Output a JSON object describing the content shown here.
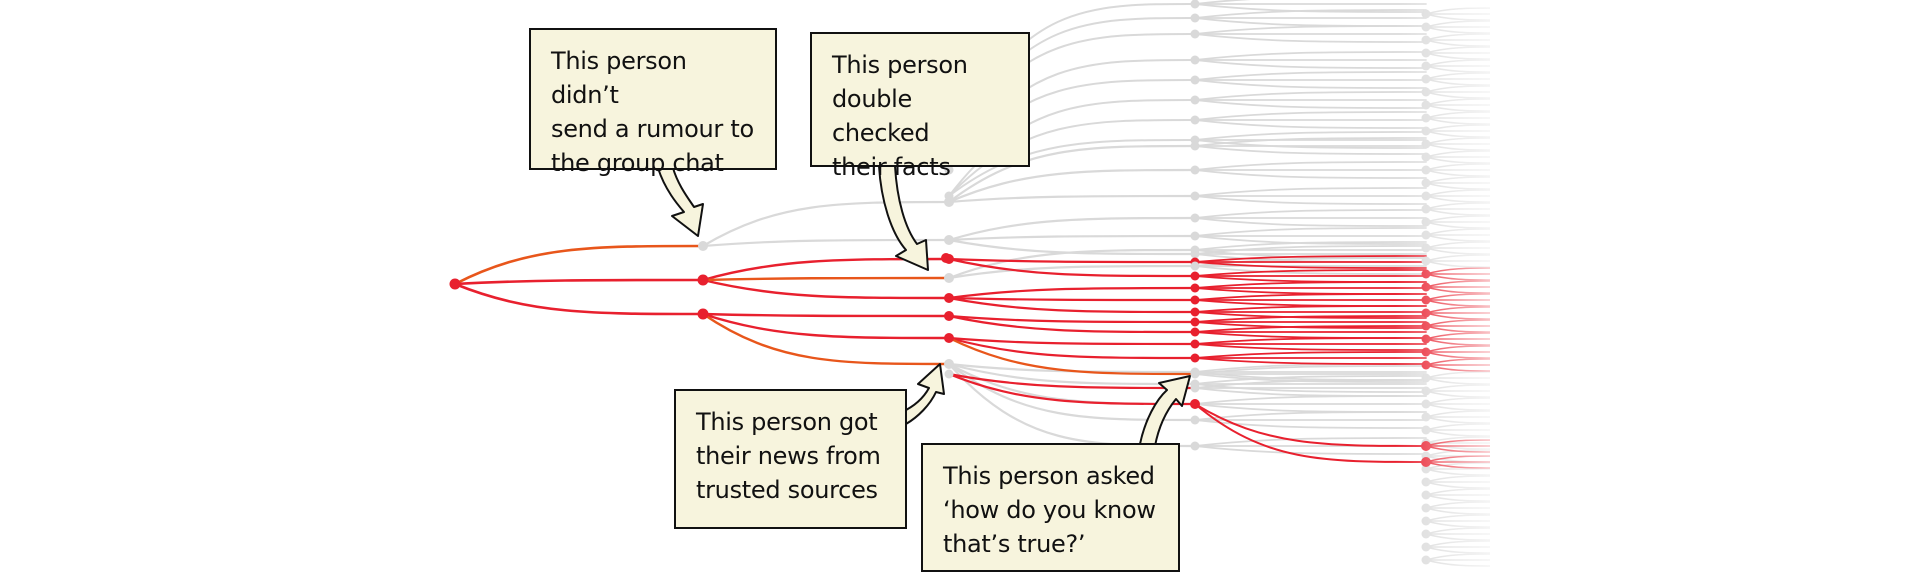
{
  "callouts": {
    "rumour": "This person didn’t\nsend a rumour to\nthe group chat",
    "double_check": "This person\ndouble checked\ntheir facts",
    "trusted": "This person got\ntheir news from\ntrusted sources",
    "asked": "This person asked\n‘how do you know\nthat’s true?’"
  },
  "colors": {
    "spread": "#e8202e",
    "blocked": "#e8561b",
    "faded": "#d9d9d9",
    "callout_bg": "#f7f4dd",
    "outline": "#111111"
  }
}
